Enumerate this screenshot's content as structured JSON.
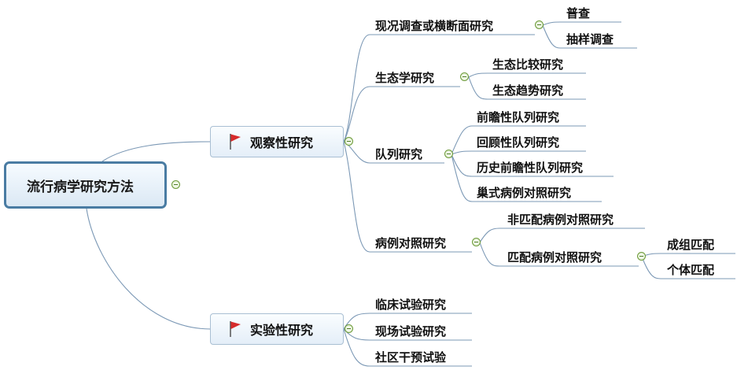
{
  "root": {
    "label": "流行病学研究方法"
  },
  "branches": {
    "observational": {
      "label": "观察性研究",
      "flag_color": "#d62b2b"
    },
    "experimental": {
      "label": "实验性研究",
      "flag_color": "#d62b2b"
    }
  },
  "observational": {
    "cross_sectional": {
      "label": "现况调查或横断面研究",
      "children": [
        "普查",
        "抽样调查"
      ]
    },
    "ecological": {
      "label": "生态学研究",
      "children": [
        "生态比较研究",
        "生态趋势研究"
      ]
    },
    "cohort": {
      "label": "队列研究",
      "children": [
        "前瞻性队列研究",
        "回顾性队列研究",
        "历史前瞻性队列研究",
        "巢式病例对照研究"
      ]
    },
    "case_control": {
      "label": "病例对照研究",
      "unmatched": "非匹配病例对照研究",
      "matched": {
        "label": "匹配病例对照研究",
        "children": [
          "成组匹配",
          "个体匹配"
        ]
      }
    }
  },
  "experimental": {
    "children": [
      "临床试验研究",
      "现场试验研究",
      "社区干预试验"
    ]
  },
  "colors": {
    "line": "#7b98b5",
    "root_border": "#4a7ca3",
    "toggle": "#6d9a3a"
  }
}
